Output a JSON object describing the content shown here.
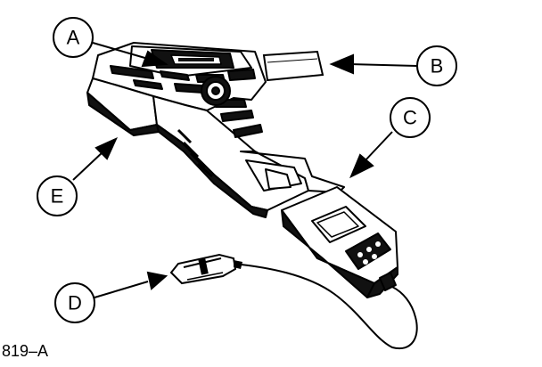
{
  "figure": {
    "id_label": "819–A",
    "callouts": [
      {
        "key": "a",
        "letter": "A"
      },
      {
        "key": "b",
        "letter": "B"
      },
      {
        "key": "c",
        "letter": "C"
      },
      {
        "key": "d",
        "letter": "D"
      },
      {
        "key": "e",
        "letter": "E"
      }
    ]
  },
  "colors": {
    "ink": "#000000",
    "paper": "#ffffff",
    "shade": "#1a1a1a"
  }
}
